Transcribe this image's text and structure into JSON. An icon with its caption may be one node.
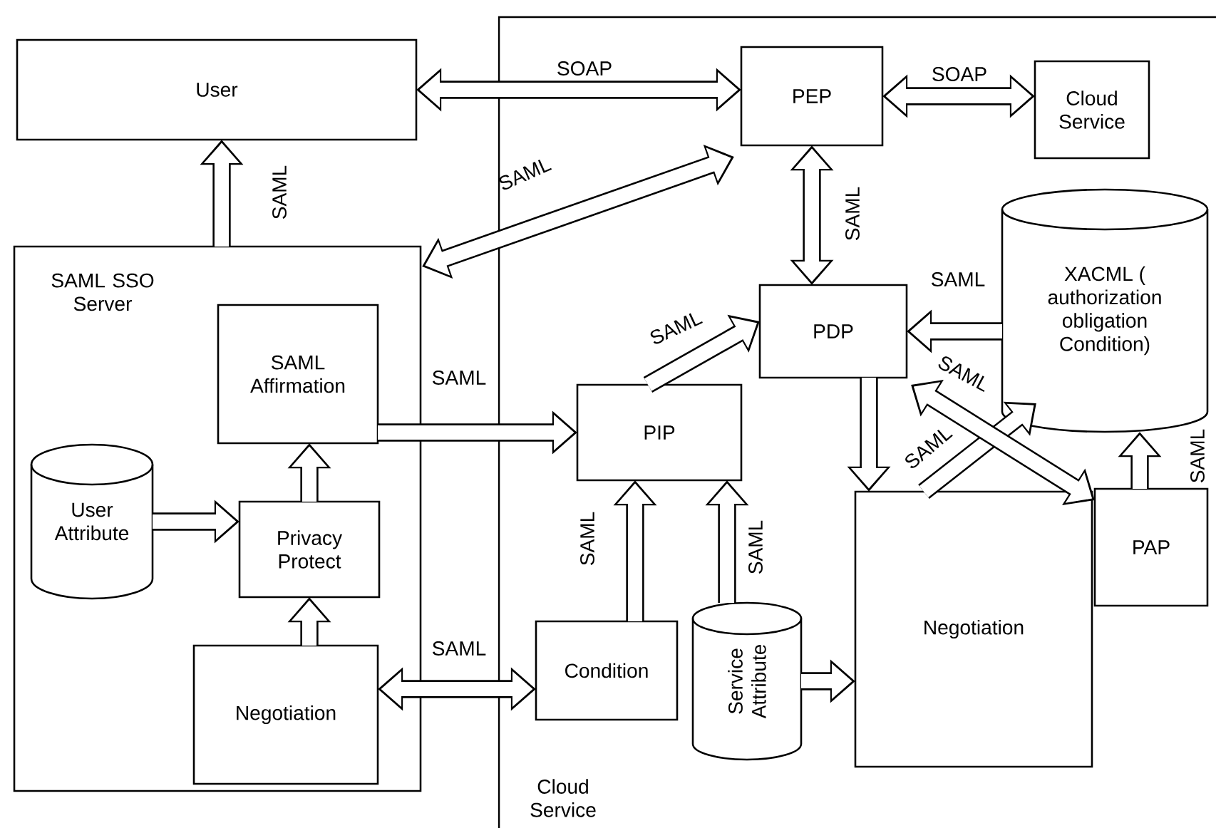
{
  "diagram": {
    "nodes": [
      {
        "text": [
          "Cloud Service"
        ]
      },
      {
        "text": [
          "User"
        ]
      },
      {
        "text": [
          "SAML SSO Server"
        ]
      },
      {
        "text": [
          "SAML Affirmation"
        ],
        "in": 2
      },
      {
        "text": [
          "User Attribute"
        ],
        "in": 2
      },
      {
        "text": [
          "Privacy Protect"
        ],
        "in": 2
      },
      {
        "text": [
          "Negotiation"
        ],
        "in": 2
      },
      {
        "text": [
          "PEP"
        ],
        "in": 0
      },
      {
        "text": [
          "Cloud Service"
        ],
        "in": 0
      },
      {
        "text": [
          "XACML ( authorization obligation Condition)"
        ],
        "in": 0
      },
      {
        "text": [
          "PDP"
        ],
        "in": 0
      },
      {
        "text": [
          "PIP"
        ],
        "in": 0
      },
      {
        "text": [
          "Negotiation"
        ],
        "in": 0
      },
      {
        "text": [
          "PAP"
        ],
        "in": 0
      },
      {
        "text": [
          "Condition"
        ],
        "in": 0
      },
      {
        "text": [
          "Service Attribute"
        ],
        "in": 0
      }
    ],
    "edges": [
      {
        "from": 1,
        "to": 7,
        "arrow": "both",
        "label": "SOAP"
      },
      {
        "from": 7,
        "to": 8,
        "arrow": "both",
        "label": "SOAP"
      },
      {
        "from": 2,
        "to": 7,
        "arrow": "both",
        "label": "SAML"
      },
      {
        "from": 2,
        "to": 1,
        "arrow": "to",
        "label": "SAML"
      },
      {
        "from": 7,
        "to": 10,
        "arrow": "both",
        "label": "SAML"
      },
      {
        "from": 9,
        "to": 10,
        "arrow": "to",
        "label": "SAML"
      },
      {
        "from": 11,
        "to": 10,
        "arrow": "to",
        "label": "SAML"
      },
      {
        "from": 3,
        "to": 11,
        "arrow": "to",
        "label": "SAML"
      },
      {
        "from": 4,
        "to": 5,
        "arrow": "to"
      },
      {
        "from": 5,
        "to": 3,
        "arrow": "to"
      },
      {
        "from": 6,
        "to": 5,
        "arrow": "to"
      },
      {
        "from": 6,
        "to": 14,
        "arrow": "both",
        "label": "SAML"
      },
      {
        "from": 14,
        "to": 11,
        "arrow": "to",
        "label": "SAML"
      },
      {
        "from": 15,
        "to": 11,
        "arrow": "to",
        "label": "SAML"
      },
      {
        "from": 15,
        "to": 12,
        "arrow": "to"
      },
      {
        "from": 10,
        "to": 12,
        "arrow": "to"
      },
      {
        "from": 12,
        "to": 9,
        "arrow": "to",
        "label": "SAML"
      },
      {
        "from": 10,
        "to": 13,
        "arrow": "both",
        "label": "SAML"
      },
      {
        "from": 13,
        "to": 9,
        "arrow": "to",
        "label": "SAML"
      }
    ]
  }
}
